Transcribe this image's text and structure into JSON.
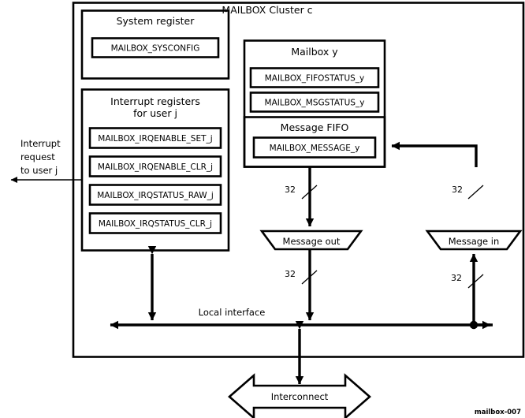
{
  "diagram": {
    "caption": "mailbox-007",
    "cluster": {
      "title": "MAILBOX Cluster c"
    },
    "system_register": {
      "title": "System register",
      "registers": [
        {
          "name": "MAILBOX_SYSCONFIG"
        }
      ]
    },
    "interrupt_registers": {
      "title_line1": "Interrupt registers",
      "title_line2": "for user j",
      "registers": [
        {
          "name": "MAILBOX_IRQENABLE_SET_j"
        },
        {
          "name": "MAILBOX_IRQENABLE_CLR_j"
        },
        {
          "name": "MAILBOX_IRQSTATUS_RAW_j"
        },
        {
          "name": "MAILBOX_IRQSTATUS_CLR_j"
        }
      ]
    },
    "mailbox_y": {
      "title": "Mailbox y",
      "registers": [
        {
          "name": "MAILBOX_FIFOSTATUS_y"
        },
        {
          "name": "MAILBOX_MSGSTATUS_y"
        }
      ],
      "message_fifo": {
        "title": "Message FIFO",
        "registers": [
          {
            "name": "MAILBOX_MESSAGE_y"
          }
        ]
      }
    },
    "interrupt_out": {
      "line1": "Interrupt",
      "line2": "request",
      "line3": "to user j"
    },
    "blocks": {
      "message_out": "Message out",
      "message_in": "Message in",
      "interconnect": "Interconnect"
    },
    "bus_labels": {
      "local_interface": "Local interface",
      "out_top_width": "32",
      "out_bottom_width": "32",
      "in_top_width": "32",
      "in_bottom_width": "32"
    },
    "colors": {
      "stroke": "#000000",
      "background": "#ffffff"
    }
  }
}
